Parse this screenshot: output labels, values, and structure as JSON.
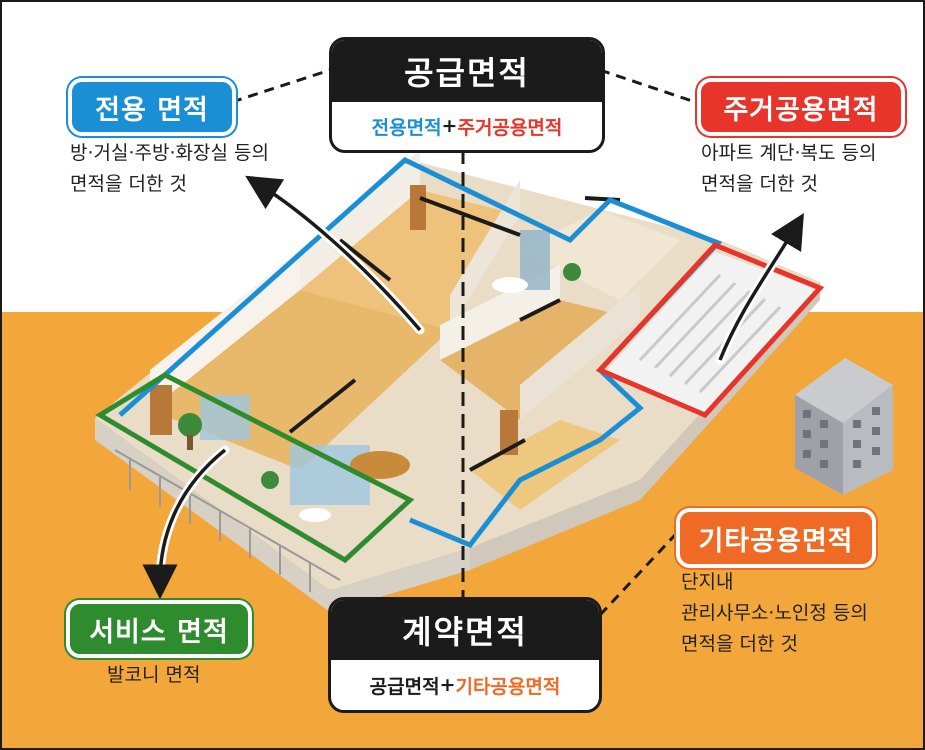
{
  "colors": {
    "exclusive": "#1a8fd6",
    "residential_common": "#e8352b",
    "service": "#2e8b2e",
    "other_common": "#ef6a24",
    "dark": "#1b1b1b",
    "ground": "#f3a73a"
  },
  "supply_area": {
    "title": "공급면적",
    "formula_part1": "전용면적",
    "plus": "+",
    "formula_part2": "주거공용면적"
  },
  "contract_area": {
    "title": "계약면적",
    "formula_part1": "공급면적",
    "plus": "+",
    "formula_part2": "기타공용면적"
  },
  "exclusive_area": {
    "label": "전용 면적",
    "desc_line1": "방·거실·주방·화장실 등의",
    "desc_line2": "면적을 더한 것"
  },
  "residential_common_area": {
    "label": "주거공용면적",
    "desc_line1": "아파트 계단·복도 등의",
    "desc_line2": "면적을 더한 것"
  },
  "service_area": {
    "label": "서비스 면적",
    "desc_line1": "발코니 면적"
  },
  "other_common_area": {
    "label": "기타공용면적",
    "desc_line1": "단지내",
    "desc_line2": "관리사무소·노인정 등의",
    "desc_line3": "면적을 더한 것"
  },
  "icons": [
    "apartment-floorplan-illustration",
    "building-icon",
    "curved-arrow-icon",
    "plant-icon"
  ]
}
